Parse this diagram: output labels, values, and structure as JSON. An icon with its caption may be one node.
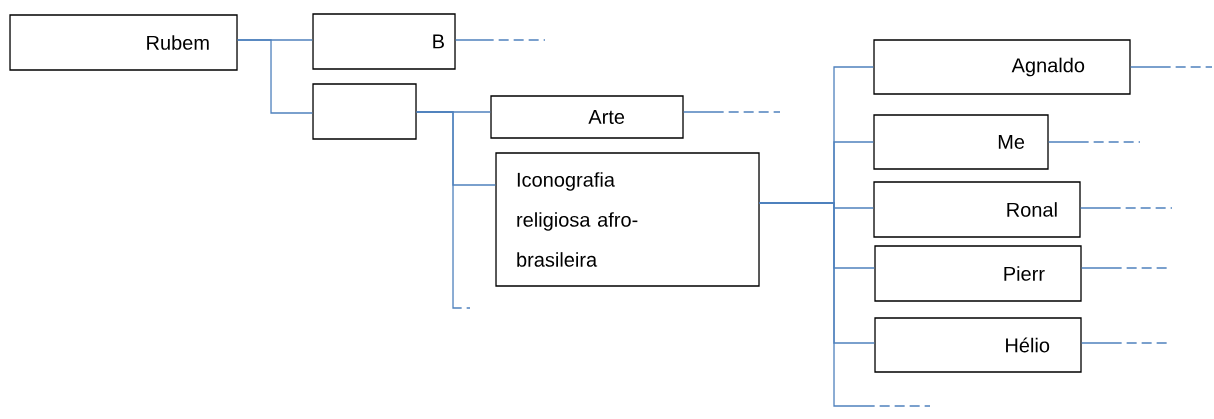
{
  "diagram": {
    "nodes": [
      {
        "text": [
          "Rubem"
        ]
      },
      {
        "text": [
          "B"
        ]
      },
      {
        "text": [],
        "shape": "box"
      },
      {
        "text": [
          "Arte"
        ]
      },
      {
        "text": [
          "Iconografia religiosa afro-brasileira"
        ]
      },
      {
        "text": [
          "Agnaldo"
        ]
      },
      {
        "text": [
          "Me"
        ]
      },
      {
        "text": [
          "Ronal"
        ]
      },
      {
        "text": [
          "Pierr"
        ]
      },
      {
        "text": [
          "Hélio"
        ]
      }
    ],
    "edges": [
      {
        "from": 0,
        "to": 1,
        "arrow": "none"
      },
      {
        "from": 0,
        "to": 2,
        "arrow": "none"
      },
      {
        "from": 1,
        "to": null,
        "arrow": "none",
        "style": "dashed"
      },
      {
        "from": 2,
        "to": 3,
        "arrow": "none"
      },
      {
        "from": 2,
        "to": 4,
        "arrow": "none"
      },
      {
        "from": 2,
        "to": null,
        "arrow": "none",
        "style": "dashed"
      },
      {
        "from": 3,
        "to": null,
        "arrow": "none",
        "style": "dashed"
      },
      {
        "from": 4,
        "to": 5,
        "arrow": "none"
      },
      {
        "from": 4,
        "to": 6,
        "arrow": "none"
      },
      {
        "from": 4,
        "to": 7,
        "arrow": "none"
      },
      {
        "from": 4,
        "to": 8,
        "arrow": "none"
      },
      {
        "from": 4,
        "to": 9,
        "arrow": "none"
      },
      {
        "from": 4,
        "to": null,
        "arrow": "none",
        "style": "dashed"
      },
      {
        "from": 5,
        "to": null,
        "arrow": "none",
        "style": "dashed"
      },
      {
        "from": 6,
        "to": null,
        "arrow": "none",
        "style": "dashed"
      },
      {
        "from": 7,
        "to": null,
        "arrow": "none",
        "style": "dashed"
      },
      {
        "from": 8,
        "to": null,
        "arrow": "none",
        "style": "dashed"
      },
      {
        "from": 9,
        "to": null,
        "arrow": "none",
        "style": "dashed"
      }
    ]
  }
}
